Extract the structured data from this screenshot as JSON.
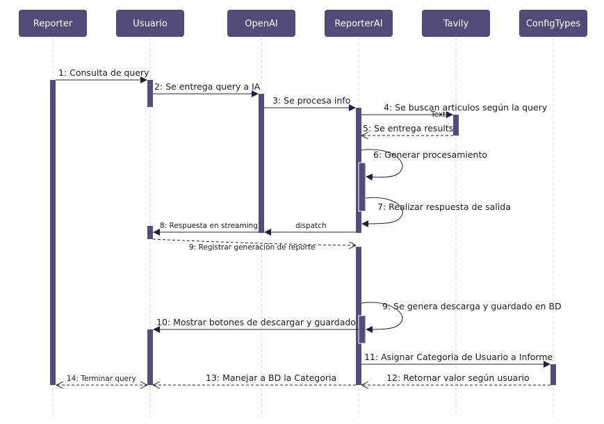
{
  "participants": [
    {
      "id": "reporter",
      "label": "Reporter"
    },
    {
      "id": "usuario",
      "label": "Usuario"
    },
    {
      "id": "openai",
      "label": "OpenAI"
    },
    {
      "id": "reporterai",
      "label": "ReporterAI"
    },
    {
      "id": "tavily",
      "label": "Tavily"
    },
    {
      "id": "configtypes",
      "label": "ConfigTypes"
    }
  ],
  "messages": {
    "m1": "1: Consulta de query",
    "m2": "2: Se entrega query a IA",
    "m3": "3: Se procesa info",
    "m4": "4: Se buscan articulos según la query",
    "m4_extra": "Text",
    "m5": "5: Se entrega results",
    "m6": "6: Generar procesamiento",
    "m7": "7: Realizar respuesta de salida",
    "m8": "8: Respuesta en streaming",
    "m_dispatch": "dispatch",
    "m9a": "9: Registrar generación de reporte",
    "m9b": "9: Se genera descarga y guardado en BD",
    "m10": "10: Mostrar botones de descargar y guardado",
    "m11": "11: Asignar Categoria de Usuario a Informe",
    "m12": "12: Retornar valor según usuario",
    "m13": "13: Manejar a BD la Categoria",
    "m14": "14: Terminar query"
  },
  "colors": {
    "participant_fill": "#524a78",
    "activation_fill": "#544c7c",
    "lifeline": "#cfcfcf",
    "arrow": "#1f1f3f"
  }
}
